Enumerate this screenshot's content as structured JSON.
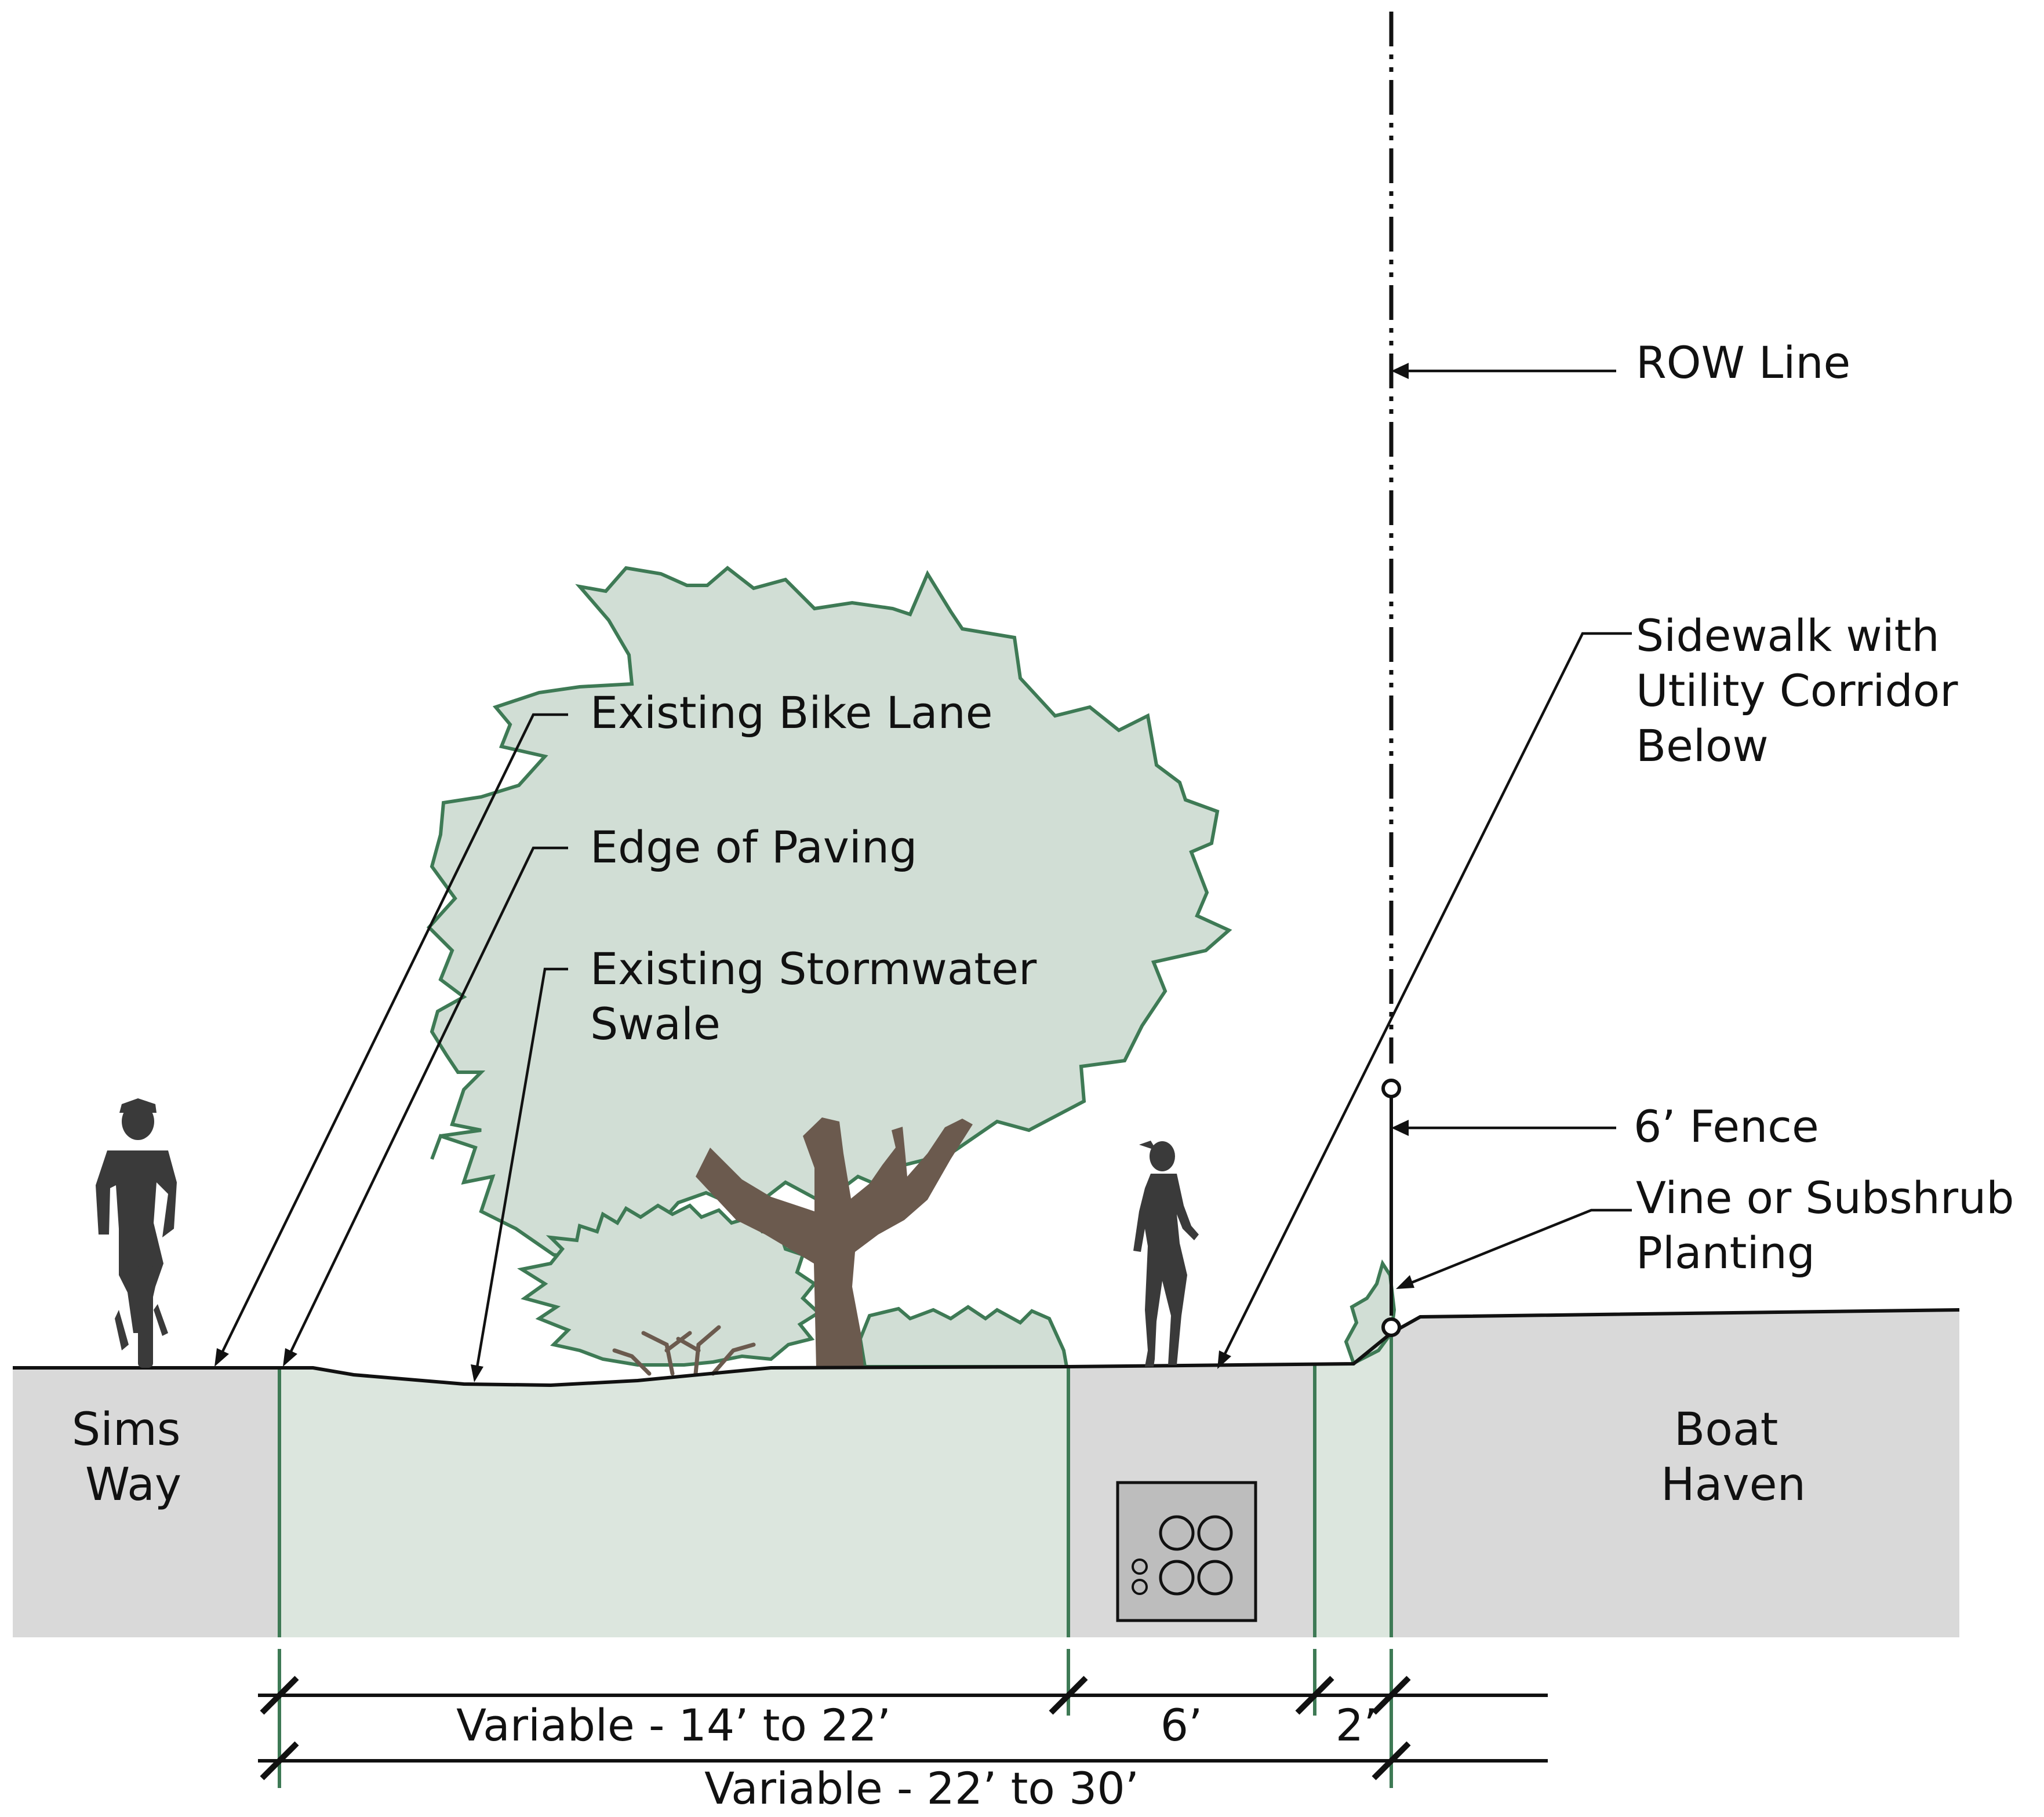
{
  "labels": {
    "row_line": "ROW Line",
    "sidewalk": [
      "Sidewalk with",
      "Utility Corridor",
      "Below"
    ],
    "bike_lane": "Existing Bike Lane",
    "edge_paving": "Edge of Paving",
    "stormwater": [
      "Existing Stormwater",
      "Swale"
    ],
    "fence": "6’ Fence",
    "vine": [
      "Vine or Subshrub",
      "Planting"
    ]
  },
  "zones": {
    "left": [
      "Sims",
      "Way"
    ],
    "right": [
      "Boat",
      "Haven"
    ]
  },
  "dimensions": {
    "swale_width": "Variable - 14’ to 22’",
    "sidewalk_width": "6’",
    "planting_width": "2’",
    "total_width": "Variable - 22’ to 30’"
  },
  "colors": {
    "ground_gray": "#d9d9d9",
    "planting_green": "#dce6de",
    "canopy_fill": "#d1ded5",
    "canopy_stroke": "#3e7a55",
    "trunk": "#6b5a4e",
    "utility_box": "#bdbdbd",
    "silhouette": "#3a3a3a"
  }
}
